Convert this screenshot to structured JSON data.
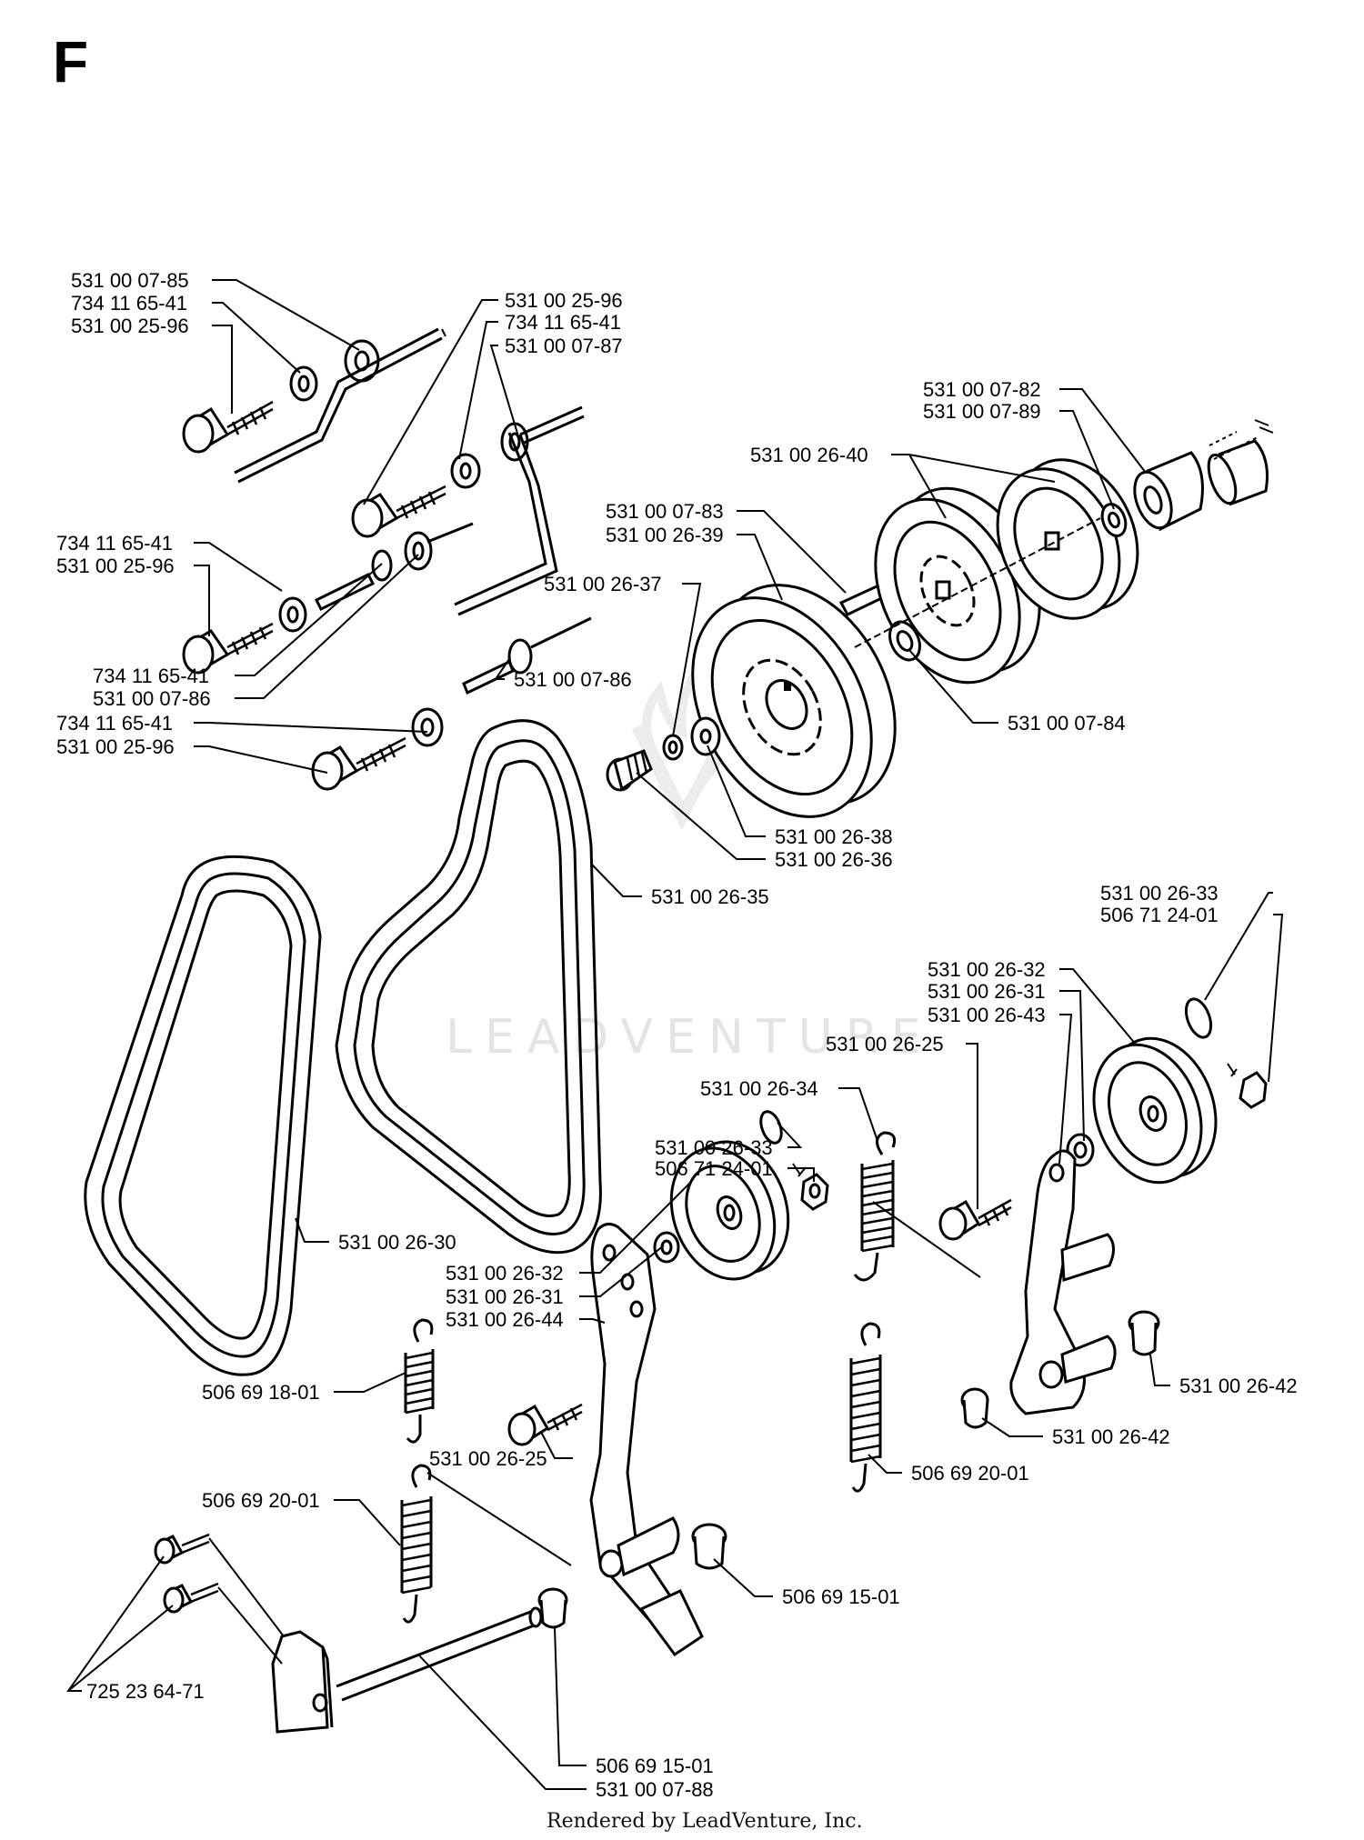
{
  "section_letter": "F",
  "watermark": "LEADVENTURE",
  "footer": "Rendered by LeadVenture, Inc.",
  "parts": [
    {
      "id": "p01",
      "number": "531 00 07-85"
    },
    {
      "id": "p02",
      "number": "734 11 65-41"
    },
    {
      "id": "p03",
      "number": "531 00 25-96"
    },
    {
      "id": "p04",
      "number": "531 00 25-96"
    },
    {
      "id": "p05",
      "number": "734 11 65-41"
    },
    {
      "id": "p06",
      "number": "531 00 07-87"
    },
    {
      "id": "p07",
      "number": "531 00 07-82"
    },
    {
      "id": "p08",
      "number": "531 00 07-89"
    },
    {
      "id": "p09",
      "number": "531 00 26-40"
    },
    {
      "id": "p10",
      "number": "531 00 07-83"
    },
    {
      "id": "p11",
      "number": "531 00 26-39"
    },
    {
      "id": "p12",
      "number": "734 11 65-41"
    },
    {
      "id": "p13",
      "number": "531 00 25-96"
    },
    {
      "id": "p14",
      "number": "531 00 26-37"
    },
    {
      "id": "p15",
      "number": "531 00 07-86"
    },
    {
      "id": "p16",
      "number": "734 11 65-41"
    },
    {
      "id": "p17",
      "number": "531 00 07-86"
    },
    {
      "id": "p18",
      "number": "734 11 65-41"
    },
    {
      "id": "p19",
      "number": "531 00 25-96"
    },
    {
      "id": "p20",
      "number": "531 00 07-84"
    },
    {
      "id": "p21",
      "number": "531 00 26-38"
    },
    {
      "id": "p22",
      "number": "531 00 26-36"
    },
    {
      "id": "p23",
      "number": "531 00 26-35"
    },
    {
      "id": "p24",
      "number": "531 00 26-33"
    },
    {
      "id": "p25",
      "number": "506 71 24-01"
    },
    {
      "id": "p26",
      "number": "531 00 26-32"
    },
    {
      "id": "p27",
      "number": "531 00 26-31"
    },
    {
      "id": "p28",
      "number": "531 00 26-43"
    },
    {
      "id": "p29",
      "number": "531 00 26-25"
    },
    {
      "id": "p30",
      "number": "531 00 26-34"
    },
    {
      "id": "p31",
      "number": "531 00 26-33"
    },
    {
      "id": "p32",
      "number": "506 71 24-01"
    },
    {
      "id": "p33",
      "number": "531 00 26-30"
    },
    {
      "id": "p34",
      "number": "531 00 26-32"
    },
    {
      "id": "p35",
      "number": "531 00 26-31"
    },
    {
      "id": "p36",
      "number": "531 00 26-44"
    },
    {
      "id": "p37",
      "number": "531 00 26-42"
    },
    {
      "id": "p38",
      "number": "506 69 18-01"
    },
    {
      "id": "p39",
      "number": "531 00 26-42"
    },
    {
      "id": "p40",
      "number": "531 00 26-25"
    },
    {
      "id": "p41",
      "number": "506 69 20-01"
    },
    {
      "id": "p42",
      "number": "506 69 20-01"
    },
    {
      "id": "p43",
      "number": "506 69 15-01"
    },
    {
      "id": "p44",
      "number": "725 23 64-71"
    },
    {
      "id": "p45",
      "number": "506 69 15-01"
    },
    {
      "id": "p46",
      "number": "531 00 07-88"
    }
  ]
}
